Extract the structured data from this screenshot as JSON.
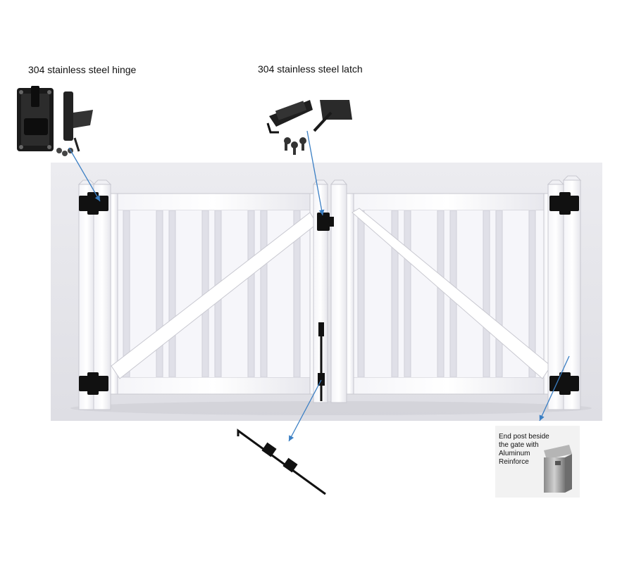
{
  "callouts": {
    "hinge_label": "304 stainless steel hinge",
    "latch_label": "304 stainless steel latch",
    "end_post_lines": [
      "End post beside",
      "the gate with",
      "Aluminum",
      "Reinforce"
    ]
  },
  "colors": {
    "backdrop": "#e8e8ec",
    "vinyl": "#ffffff",
    "hardware": "#111111",
    "arrow": "#3b7fc4"
  },
  "icons": [
    "hinge-hardware-icon",
    "latch-hardware-icon",
    "cane-bolt-icon",
    "aluminum-reinforcement-icon"
  ]
}
